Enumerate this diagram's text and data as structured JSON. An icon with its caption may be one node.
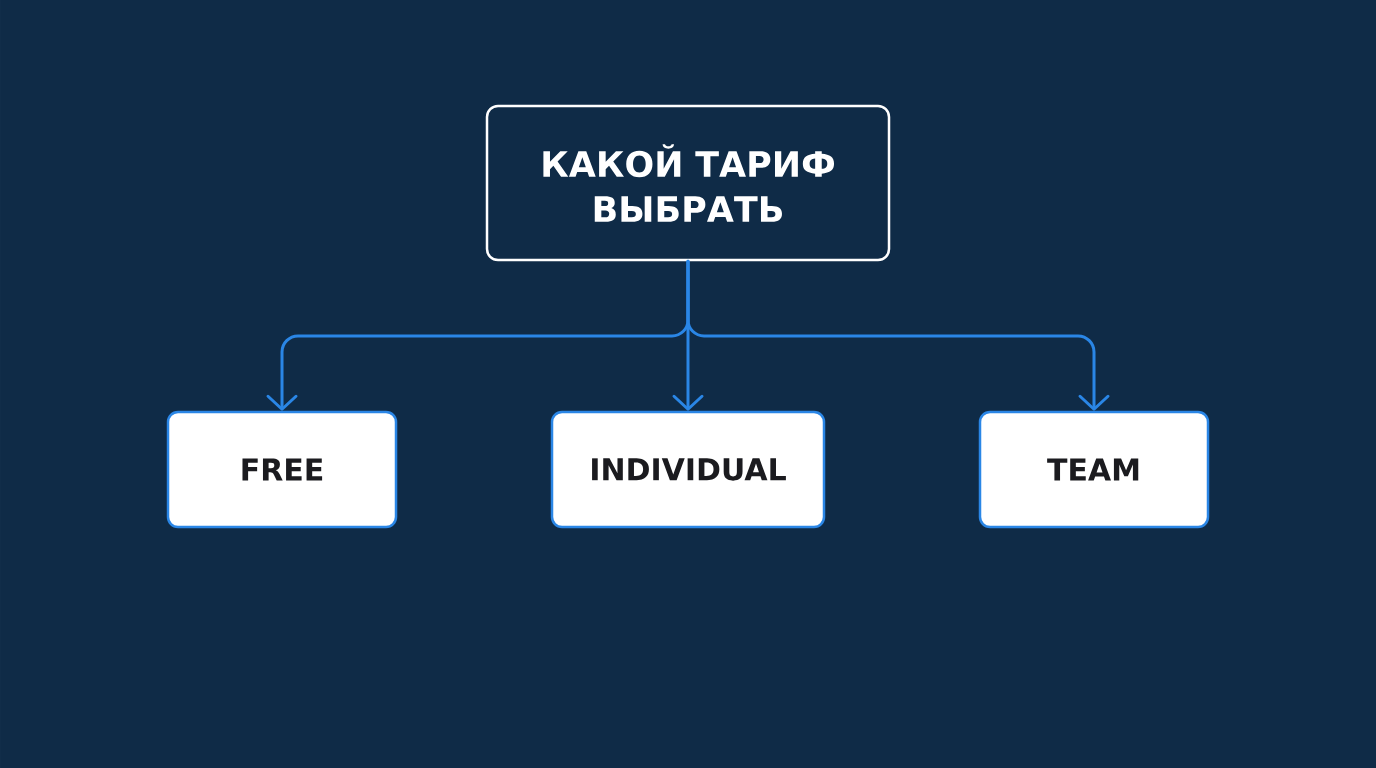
{
  "diagram": {
    "nodes": [
      {
        "text": [
          "КАКОЙ ТАРИФ ВЫБРАТЬ"
        ]
      },
      {
        "text": [
          "FREE"
        ]
      },
      {
        "text": [
          "INDIVIDUAL"
        ]
      },
      {
        "text": [
          "TEAM"
        ]
      }
    ],
    "edges": [
      {
        "from": 0,
        "to": 1,
        "arrow": "to"
      },
      {
        "from": 0,
        "to": 2,
        "arrow": "to"
      },
      {
        "from": 0,
        "to": 3,
        "arrow": "to"
      }
    ]
  }
}
